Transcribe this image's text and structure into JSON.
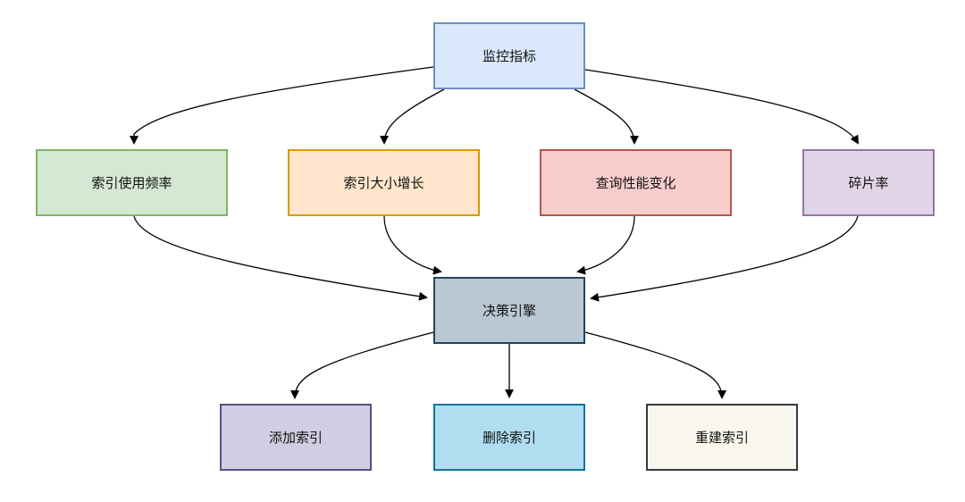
{
  "nodes": {
    "monitor": {
      "label": "监控指标",
      "fill": "#dae8fc",
      "stroke": "#6c8ebf"
    },
    "usage": {
      "label": "索引使用频率",
      "fill": "#d5e8d4",
      "stroke": "#82b366"
    },
    "size": {
      "label": "索引大小增长",
      "fill": "#ffe6cc",
      "stroke": "#d79b00"
    },
    "perf": {
      "label": "查询性能变化",
      "fill": "#f8cecc",
      "stroke": "#b85450"
    },
    "frag": {
      "label": "碎片率",
      "fill": "#e1d5e7",
      "stroke": "#9673a6"
    },
    "engine": {
      "label": "决策引擎",
      "fill": "#bac8d3",
      "stroke": "#23445d"
    },
    "add": {
      "label": "添加索引",
      "fill": "#d0cee2",
      "stroke": "#56517e"
    },
    "del": {
      "label": "删除索引",
      "fill": "#b1ddf0",
      "stroke": "#10739e"
    },
    "rebuild": {
      "label": "重建索引",
      "fill": "#f9f7ed",
      "stroke": "#36393d"
    }
  },
  "edges": [
    [
      "monitor",
      "usage"
    ],
    [
      "monitor",
      "size"
    ],
    [
      "monitor",
      "perf"
    ],
    [
      "monitor",
      "frag"
    ],
    [
      "usage",
      "engine"
    ],
    [
      "size",
      "engine"
    ],
    [
      "perf",
      "engine"
    ],
    [
      "frag",
      "engine"
    ],
    [
      "engine",
      "add"
    ],
    [
      "engine",
      "del"
    ],
    [
      "engine",
      "rebuild"
    ]
  ]
}
